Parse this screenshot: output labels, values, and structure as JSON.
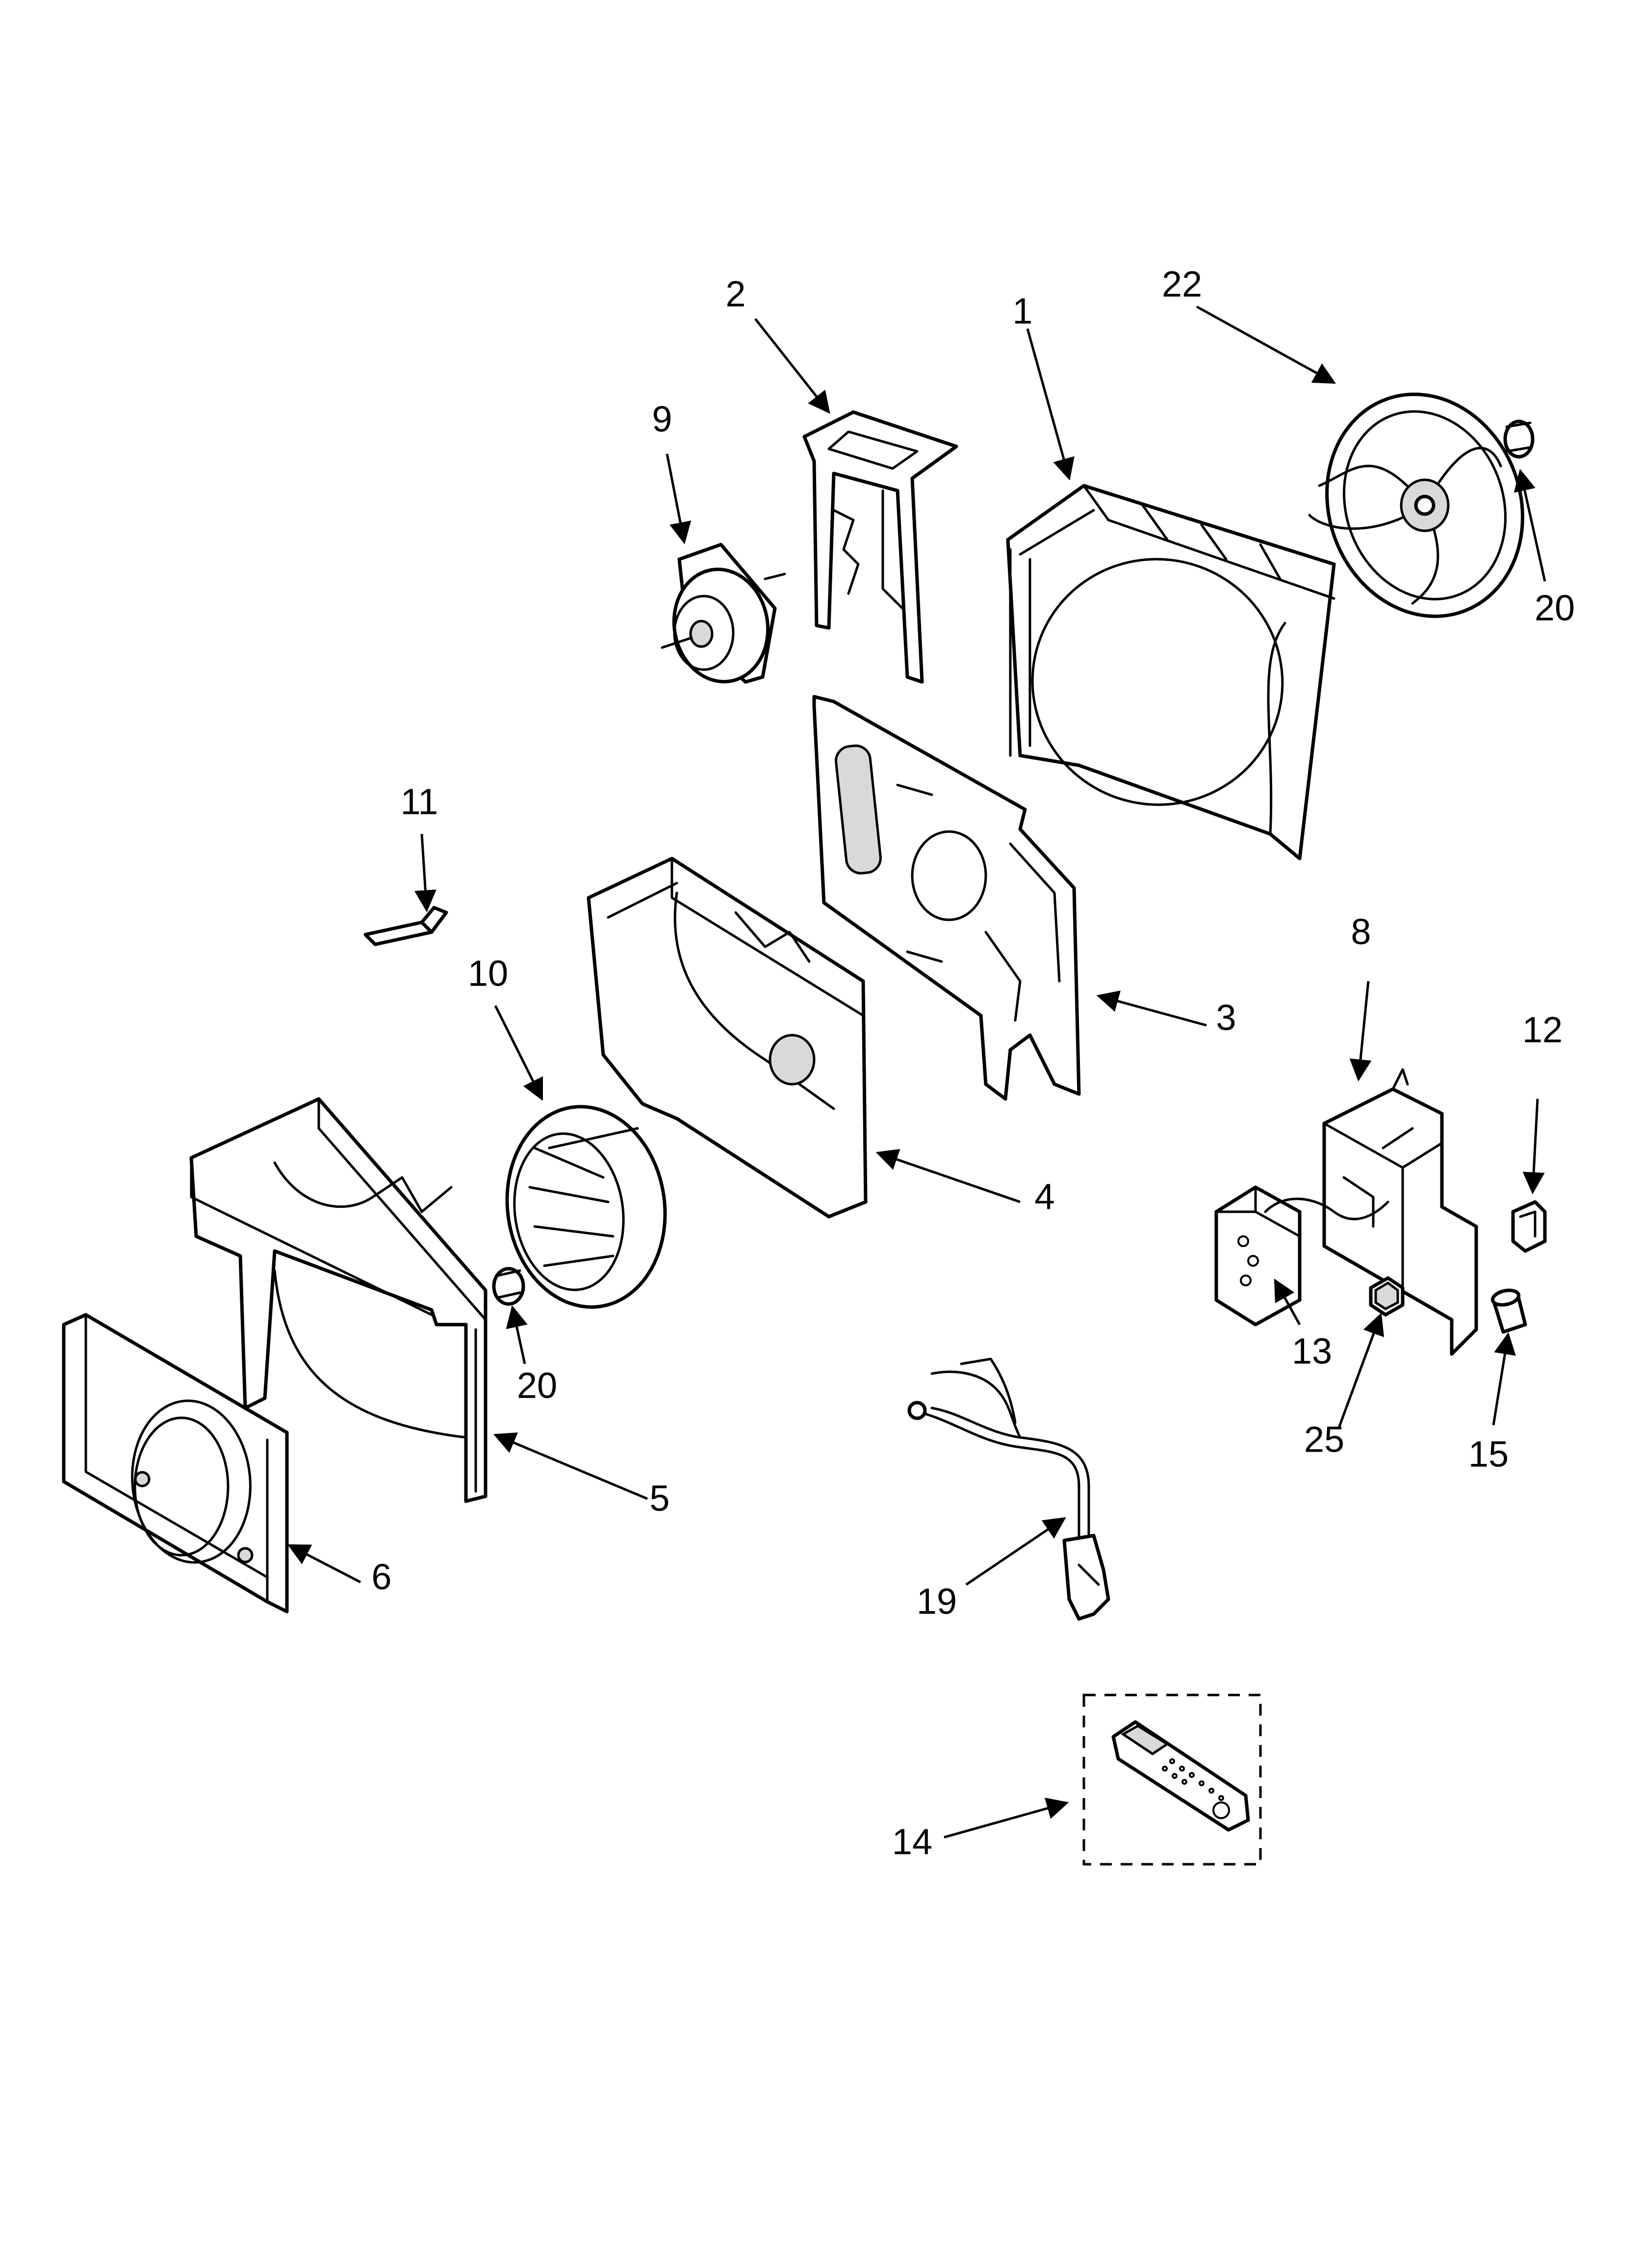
{
  "callouts": [
    {
      "id": "c1",
      "label": "1"
    },
    {
      "id": "c2",
      "label": "2"
    },
    {
      "id": "c3",
      "label": "3"
    },
    {
      "id": "c4",
      "label": "4"
    },
    {
      "id": "c5",
      "label": "5"
    },
    {
      "id": "c6",
      "label": "6"
    },
    {
      "id": "c8",
      "label": "8"
    },
    {
      "id": "c9",
      "label": "9"
    },
    {
      "id": "c10",
      "label": "10"
    },
    {
      "id": "c11",
      "label": "11"
    },
    {
      "id": "c12",
      "label": "12"
    },
    {
      "id": "c13",
      "label": "13"
    },
    {
      "id": "c14",
      "label": "14"
    },
    {
      "id": "c15",
      "label": "15"
    },
    {
      "id": "c19",
      "label": "19"
    },
    {
      "id": "c20a",
      "label": "20"
    },
    {
      "id": "c20b",
      "label": "20"
    },
    {
      "id": "c22",
      "label": "22"
    },
    {
      "id": "c25",
      "label": "25"
    }
  ],
  "colors": {
    "ink": "#000000",
    "paper": "#ffffff",
    "shade": "#d9d9d9"
  }
}
